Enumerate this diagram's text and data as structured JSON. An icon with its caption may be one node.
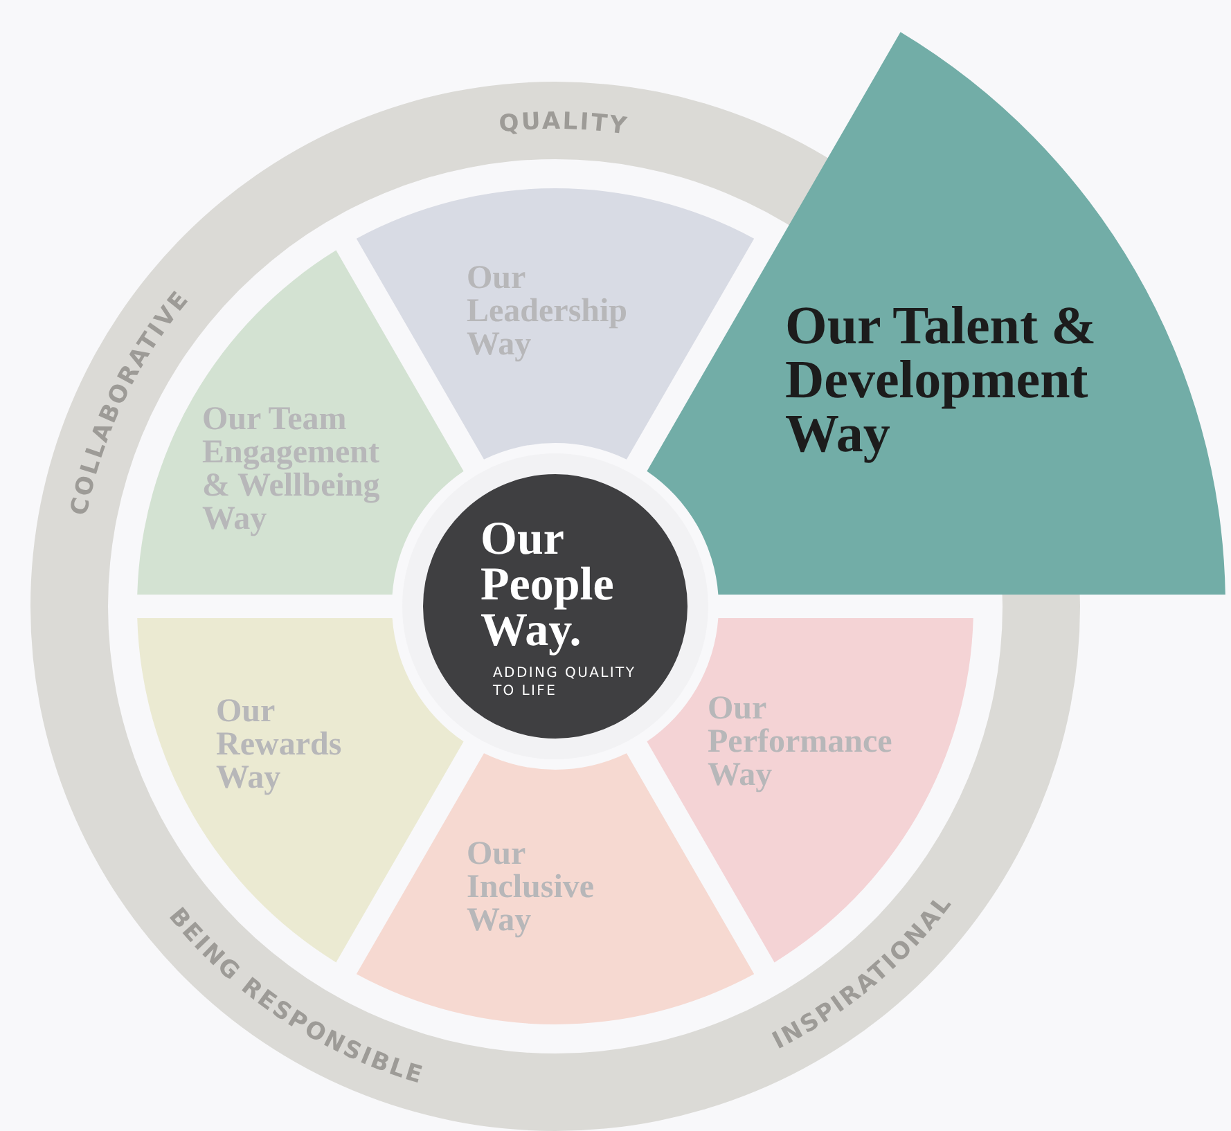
{
  "diagram": {
    "nodes": [
      {
        "text": [
          "QUALITY",
          "COLLABORATIVE",
          "BEING RESPONSIBLE",
          "INSPIRATIONAL"
        ]
      },
      {
        "text": [
          "Our Leadership Way"
        ],
        "in": 0
      },
      {
        "text": [
          "Our Talent & Development Way"
        ]
      },
      {
        "text": [
          "Our Team Engagement & Wellbeing Way"
        ],
        "in": 0
      },
      {
        "text": [
          "Our People Way.",
          "ADDING QUALITY TO LIFE"
        ],
        "in": 0
      },
      {
        "text": [
          "Our Rewards Way"
        ],
        "in": 0
      },
      {
        "text": [
          "Our Performance Way"
        ],
        "in": 0
      },
      {
        "text": [
          "Our Inclusive Way"
        ],
        "in": 0
      }
    ]
  }
}
